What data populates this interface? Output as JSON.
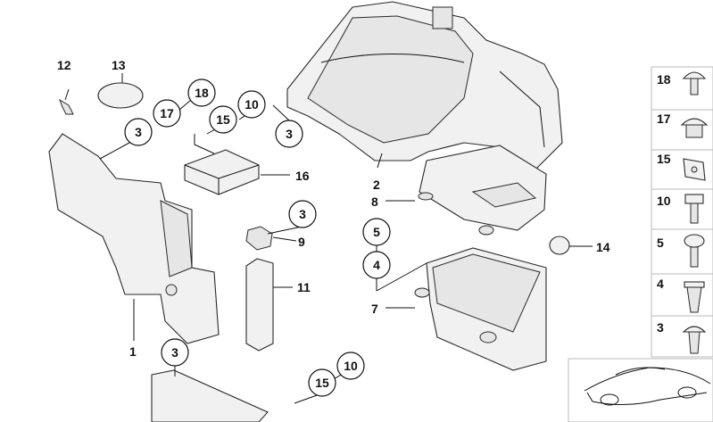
{
  "labels": {
    "l1": "1",
    "l2": "2",
    "l7": "7",
    "l8": "8",
    "l9": "9",
    "l11": "11",
    "l12": "12",
    "l13": "13",
    "l14": "14",
    "l16": "16"
  },
  "circles": {
    "c3a": "3",
    "c17": "17",
    "c18": "18",
    "c15a": "15",
    "c10a": "10",
    "c3b": "3",
    "c3c": "3",
    "c5": "5",
    "c4": "4",
    "c3d": "3",
    "c15b": "15",
    "c10b": "10"
  },
  "legend": [
    {
      "num": "18",
      "icon": "push-rivet-icon"
    },
    {
      "num": "17",
      "icon": "cap-nut-icon"
    },
    {
      "num": "15",
      "icon": "spring-clip-nut-icon"
    },
    {
      "num": "10",
      "icon": "hex-bolt-icon"
    },
    {
      "num": "5",
      "icon": "screw-icon"
    },
    {
      "num": "4",
      "icon": "expansion-nut-icon"
    },
    {
      "num": "3",
      "icon": "clip-icon"
    }
  ],
  "thumbnail_icon": "car-thumbnail-icon"
}
